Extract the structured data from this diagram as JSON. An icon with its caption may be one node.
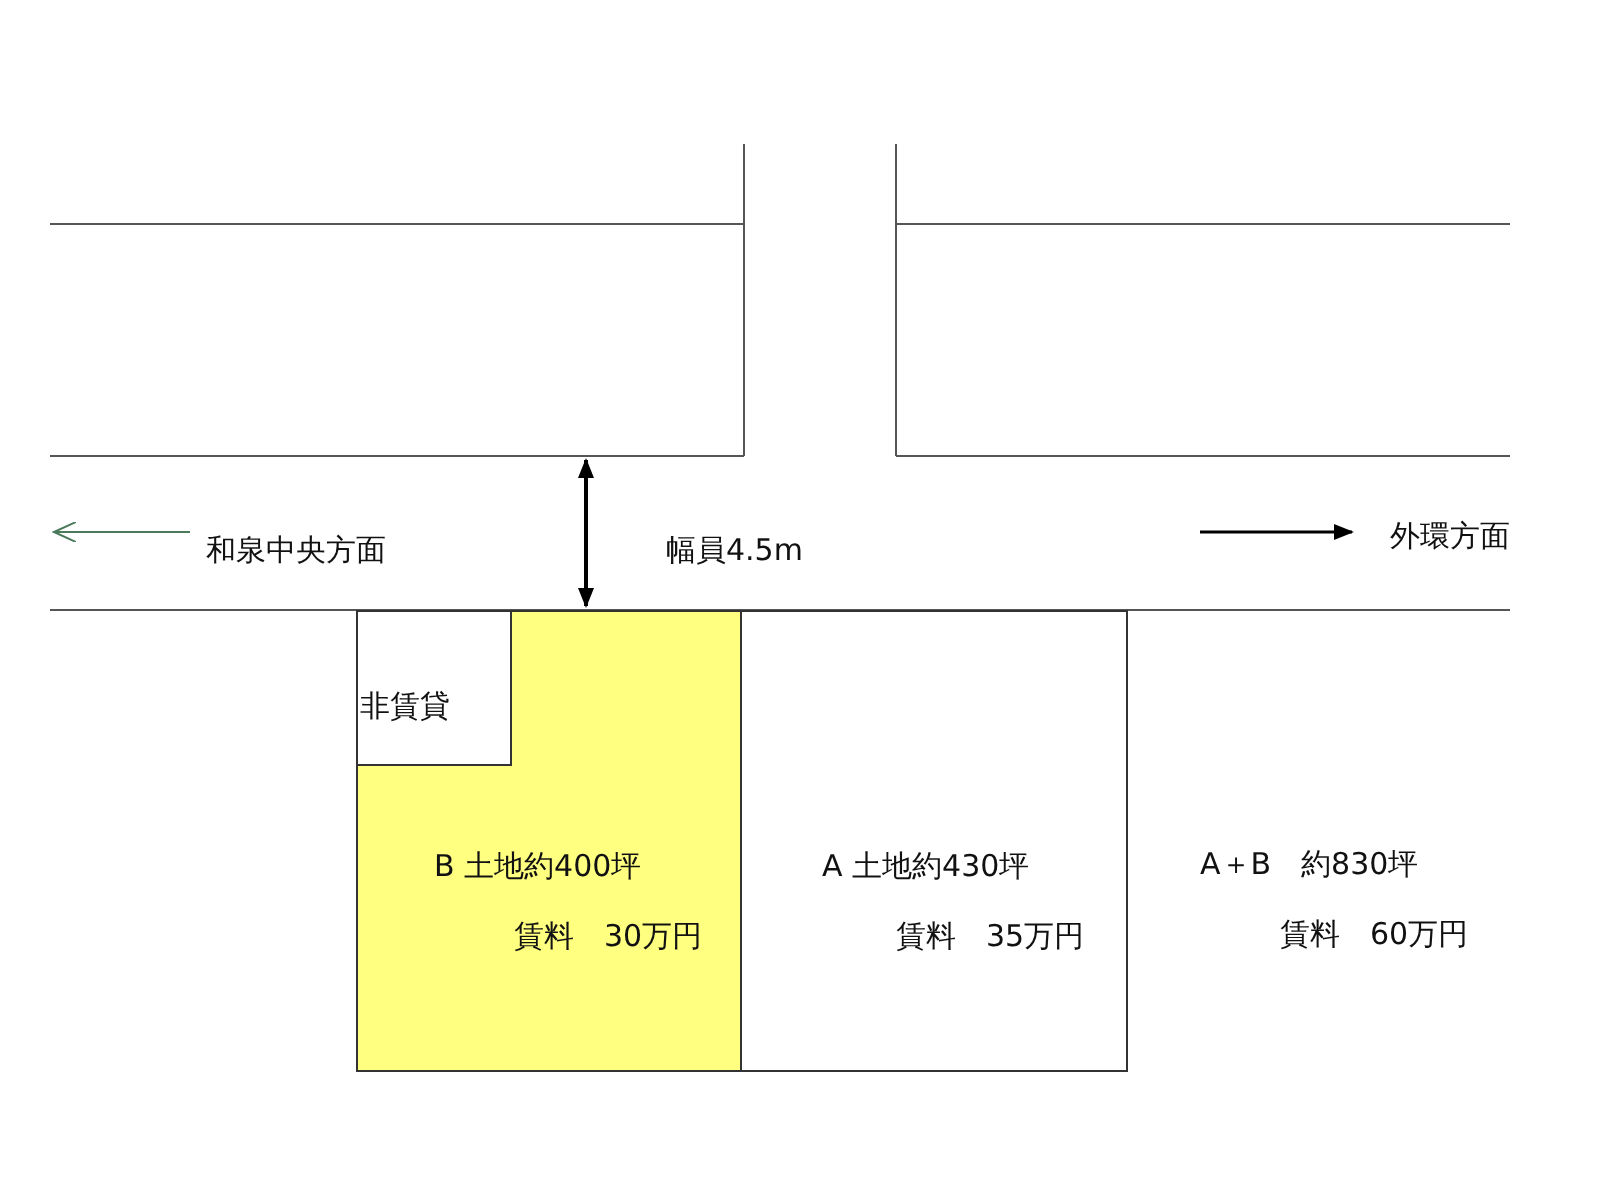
{
  "diagram": {
    "nodes": [
      {
        "text": [
          "B 土地約400坪",
          "賃料　30万円"
        ]
      },
      {
        "text": [
          "非賃貸"
        ],
        "in": 0
      },
      {
        "text": [
          "A 土地約430坪",
          "賃料　35万円"
        ]
      }
    ],
    "labels": [
      "和泉中央方面",
      "幅員4.5m",
      "外環方面",
      "A＋B　約830坪",
      "賃料　60万円"
    ]
  }
}
